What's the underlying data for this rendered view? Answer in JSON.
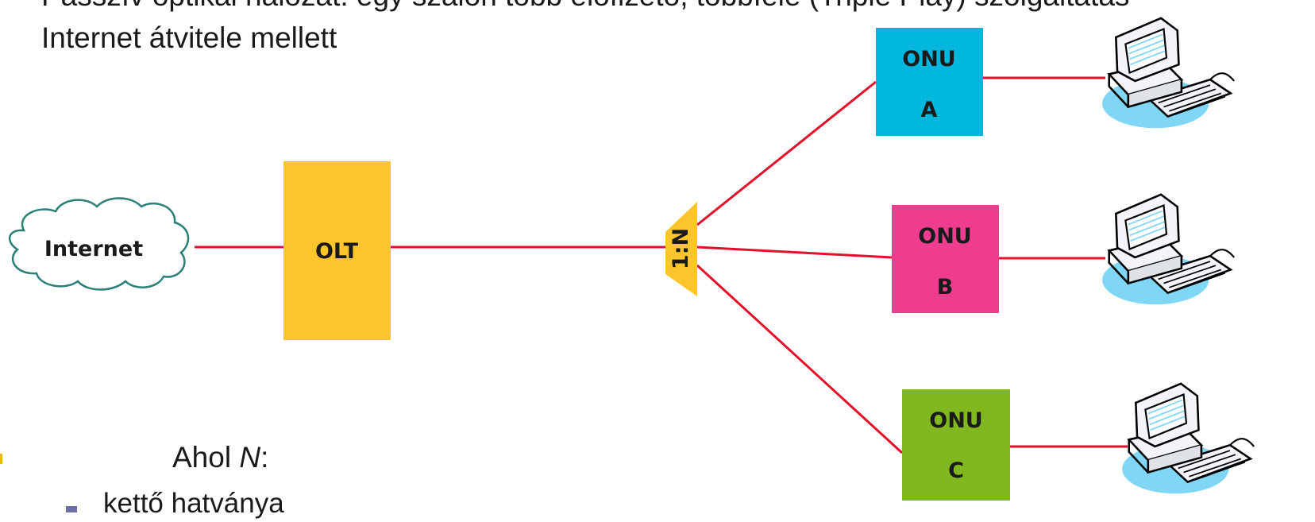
{
  "slide": {
    "title_line_1": "Passzív optikai hálózat: egy szálon több előfizető, többféle (Triple Play) szolgáltatás",
    "title_line_2": "Internet átvitele mellett"
  },
  "diagram": {
    "cloud_label": "Internet",
    "olt_label": "OLT",
    "splitter_label": "1:N",
    "onus": [
      {
        "line1": "ONU",
        "line2": "A",
        "color": "#02b7de"
      },
      {
        "line1": "ONU",
        "line2": "B",
        "color": "#ee3c8f"
      },
      {
        "line1": "ONU",
        "line2": "C",
        "color": "#82b81f"
      }
    ],
    "colors": {
      "link": "#e3102a",
      "olt": "#fdc52c",
      "splitter": "#fdc52c",
      "cloud_fill": "#ffffff",
      "cloud_stroke": "#2a7f78",
      "pc_body": "#f2f4f7",
      "pc_shadow": "#7fd6f5"
    }
  },
  "bullets": {
    "main_prefix": "Ahol ",
    "main_var": "N",
    "main_suffix": ":",
    "sub": "kettő hatványa"
  }
}
